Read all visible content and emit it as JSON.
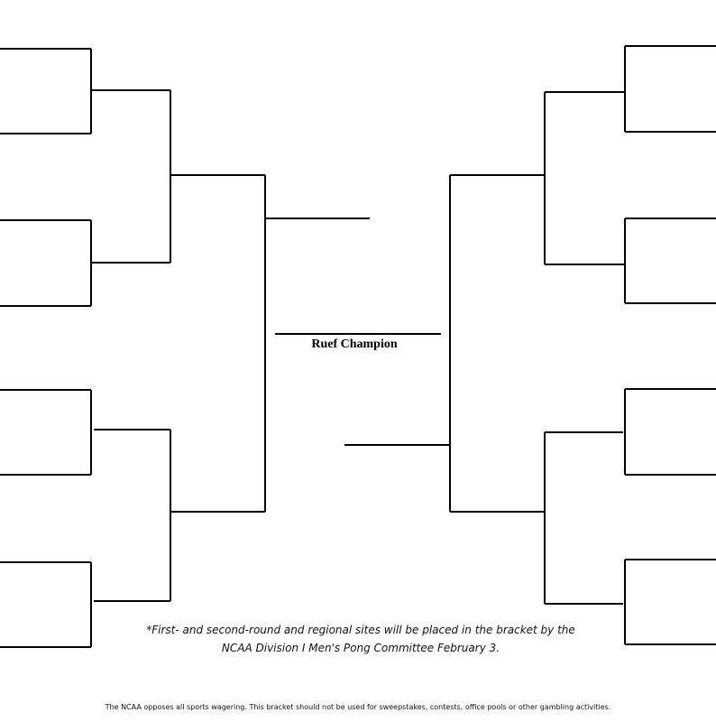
{
  "bracket": {
    "champion_label": "Ruef Champion",
    "footnote_line1": "*First- and second-round and regional sites will be placed in the bracket by the",
    "footnote_line2": "NCAA Division I Men's Pong Committee February 3.",
    "disclaimer": "The NCAA opposes all sports wagering. This bracket should not be used for sweepstakes, contests, office pools or other gambling activities."
  }
}
